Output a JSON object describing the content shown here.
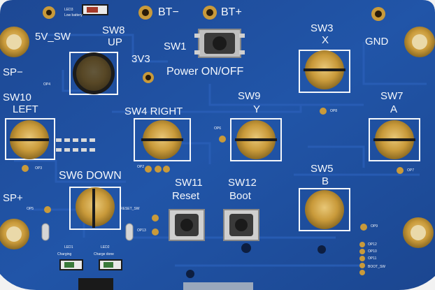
{
  "board": {
    "colors": {
      "pcb": "#1f4fa0",
      "silkscreen": "#f4f7fb",
      "gold": "#c99a3a",
      "switch_black": "#1b1b1b",
      "background": "#f2f2f2"
    },
    "labels": {
      "led3": "LED3",
      "low_battery": "Low battery",
      "bt_minus": "BT−",
      "bt_plus": "BT+",
      "five_v_sw": "5V_SW",
      "sw8": "SW8",
      "up": "UP",
      "sw1": "SW1",
      "three_v3": "3V3",
      "power_onoff": "Power ON/OFF",
      "sw3": "SW3",
      "x": "X",
      "gnd": "GND",
      "sp_minus": "SP−",
      "op4": "OP4",
      "sw10": "SW10",
      "left": "LEFT",
      "sw4_right": "SW4 RIGHT",
      "sw9": "SW9",
      "y": "Y",
      "op8": "OP8",
      "sw7": "SW7",
      "a": "A",
      "op3": "OP3",
      "op2": "OP2",
      "op6": "OP6",
      "op7": "OP7",
      "sw6_down": "SW6 DOWN",
      "sw11": "SW11",
      "reset": "Reset",
      "sw12": "SW12",
      "boot": "Boot",
      "sw5": "SW5",
      "b": "B",
      "sp_plus": "SP+",
      "op5": "OP5",
      "reset_sw": "RESET_SW",
      "op13": "OP13",
      "op9": "OP9",
      "op12": "OP12",
      "op10": "OP10",
      "op11": "OP11",
      "boot_sw": "BOOT_SW",
      "led1": "LED1",
      "charging": "Charging",
      "led2": "LED2",
      "charge_done": "Charge done"
    }
  }
}
